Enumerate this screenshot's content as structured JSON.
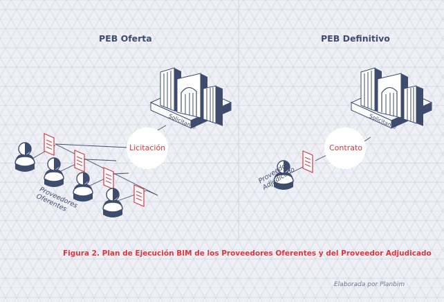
{
  "panels": {
    "left": {
      "title": "PEB Oferta",
      "bubble": "Licitación",
      "building_label": "Solicitante",
      "group_label": [
        "Proveedores",
        "Oferentes"
      ]
    },
    "right": {
      "title": "PEB Definitivo",
      "bubble": "Contrato",
      "building_label": "Solicitante",
      "group_label": [
        "Proveedor",
        "Adjudicado"
      ]
    }
  },
  "caption": "Figura 2. Plan de Ejecución BIM de los Proveedores Oferentes y del Proveedor Adjudicado",
  "credit": "Elaborada por Planbim",
  "colors": {
    "navy": "#3e4c6e",
    "red": "#e3333f",
    "grid": "#cfd3de",
    "background": "#eef0f5"
  }
}
